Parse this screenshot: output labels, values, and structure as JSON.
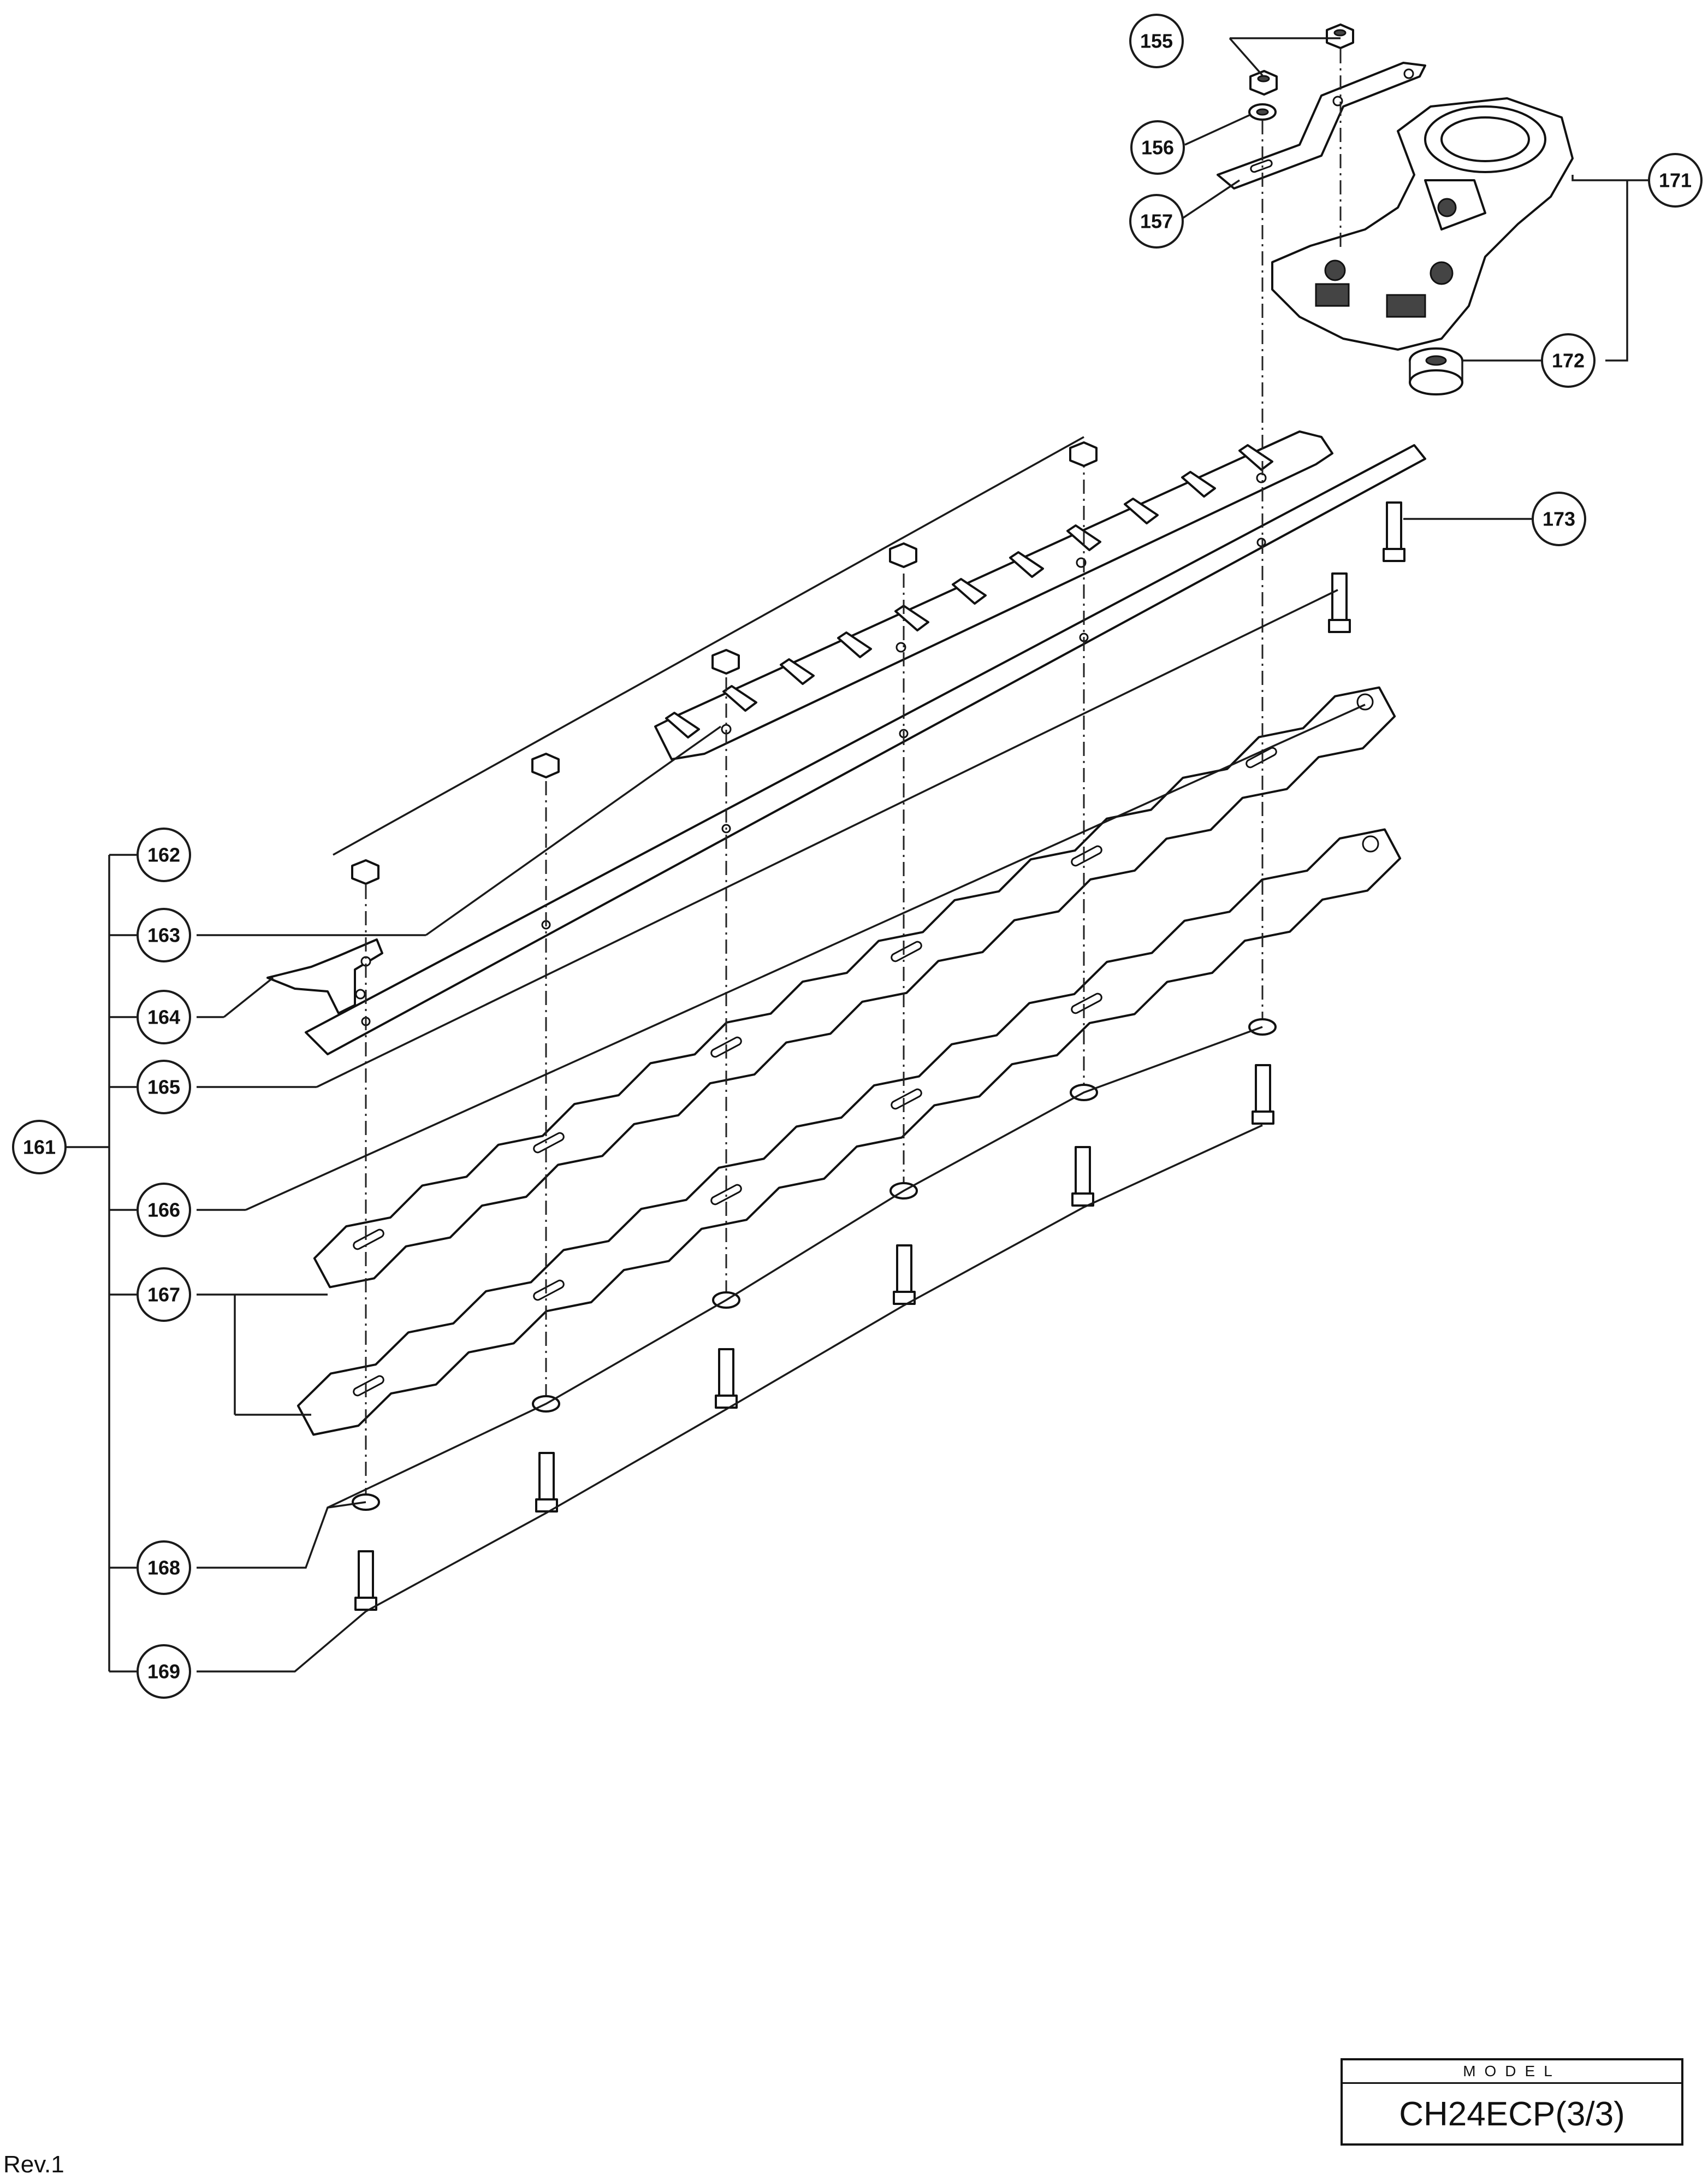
{
  "callouts": {
    "p155": "155",
    "p156": "156",
    "p157": "157",
    "p161": "161",
    "p162": "162",
    "p163": "163",
    "p164": "164",
    "p165": "165",
    "p166": "166",
    "p167": "167",
    "p168": "168",
    "p169": "169",
    "p171": "171",
    "p172": "172",
    "p173": "173"
  },
  "title_block": {
    "label": "MODEL",
    "value": "CH24ECP(3/3)"
  },
  "revision": "Rev.1"
}
